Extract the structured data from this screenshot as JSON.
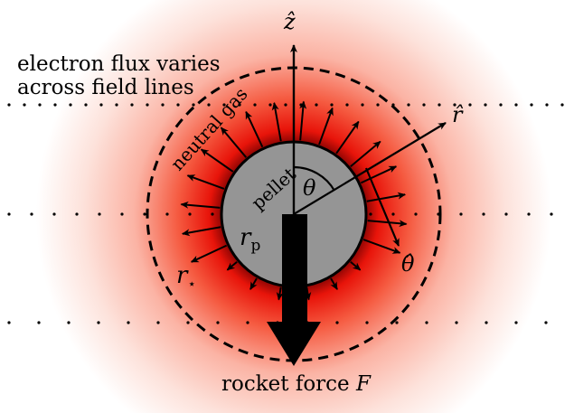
{
  "labels": {
    "electron_flux_line1": "electron flux varies",
    "electron_flux_line2": "across field lines",
    "neutral_gas": "neutral gas",
    "pellet": "pellet",
    "theta": "θ",
    "r_p_symbol": "r",
    "r_p_subscript": "p",
    "r_star_symbol": "r",
    "r_star_subscript": "⋆",
    "z_hat": "ẑ",
    "r_hat": "r̂",
    "theta_hat": "θ̂",
    "rocket_force_text": "rocket force ",
    "rocket_force_symbol": "F"
  },
  "colors": {
    "background": "#ffffff",
    "gas_glow_inner": "#e8140a",
    "gas_glow_outer": "#ffe9e4",
    "pellet_fill": "#959595",
    "outline": "#000000"
  }
}
